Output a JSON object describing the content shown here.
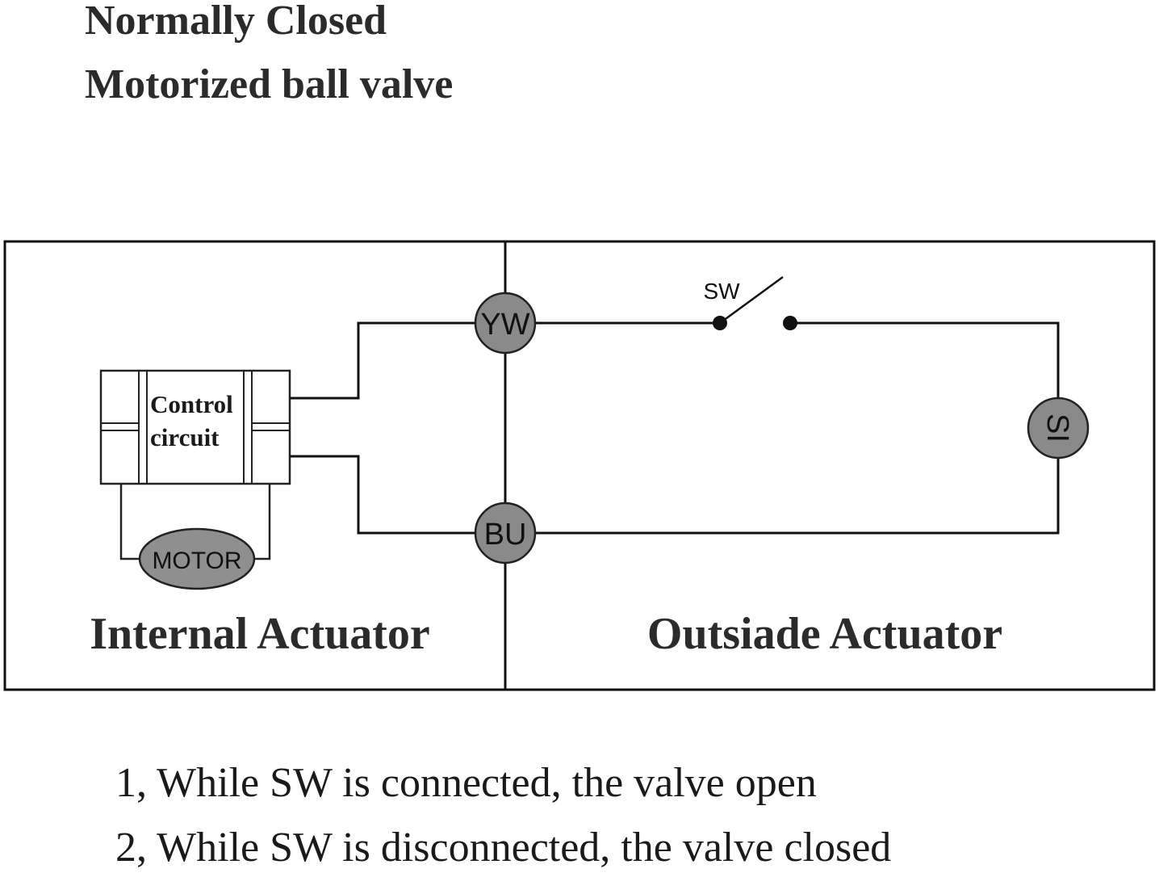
{
  "title": {
    "line1": "Normally Closed",
    "line2": "Motorized ball valve"
  },
  "diagram": {
    "control_circuit": {
      "line1": "Control",
      "line2": "circuit"
    },
    "motor_label": "MOTOR",
    "terminals": {
      "yw": "YW",
      "bu": "BU",
      "load": "SI"
    },
    "switch_label": "SW",
    "sections": {
      "internal": "Internal Actuator",
      "outside": "Outsiade Actuator"
    }
  },
  "notes": [
    "1, While SW is connected, the valve open",
    "2, While SW is disconnected, the valve closed"
  ],
  "colors": {
    "line": "#111111",
    "terminal_fill": "#8a8a8a",
    "motor_fill": "#8f8f8f",
    "title_text": "#2b2b2b"
  }
}
